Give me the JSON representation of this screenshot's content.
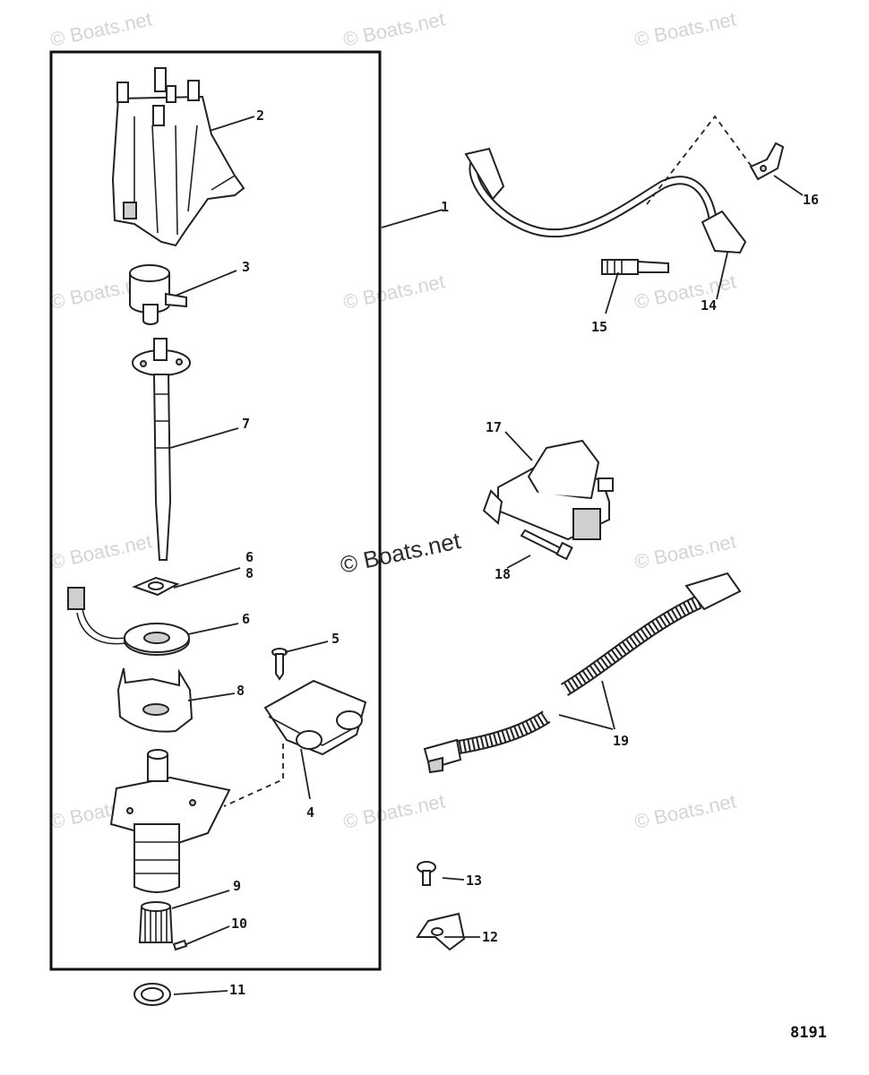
{
  "watermark_text": "© Boats.net",
  "figure_number": "8191",
  "callouts": {
    "c1": "1",
    "c2": "2",
    "c3": "3",
    "c4": "4",
    "c5": "5",
    "c6a": "6",
    "c8a": "8",
    "c6b": "6",
    "c7": "7",
    "c8b": "8",
    "c9": "9",
    "c10": "10",
    "c11": "11",
    "c12": "12",
    "c13": "13",
    "c14": "14",
    "c15": "15",
    "c16": "16",
    "c17": "17",
    "c18": "18",
    "c19": "19"
  }
}
